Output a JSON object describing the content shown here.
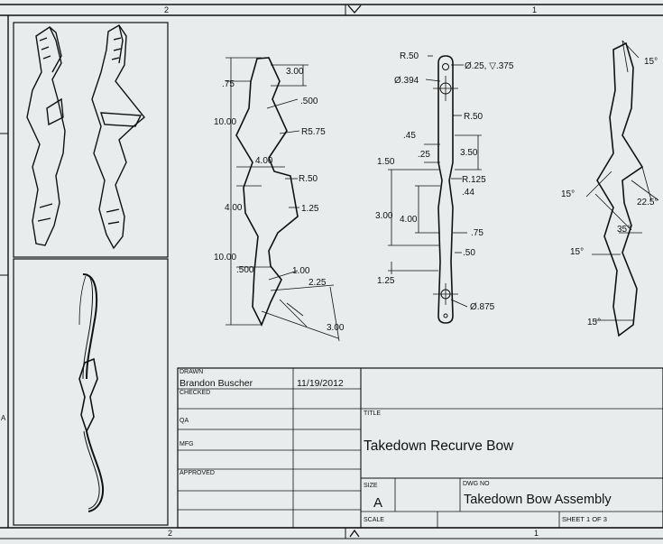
{
  "border": {
    "zones_top": [
      "2",
      "1"
    ],
    "zones_bottom": [
      "2",
      "1"
    ],
    "zones_left": [
      "A"
    ]
  },
  "view_side": {
    "dims": [
      "3.00",
      ".75",
      ".500",
      "10.00",
      "R5.75",
      "4.00",
      "R.50",
      "4.00",
      "1.25",
      "10.00",
      ".500",
      "1.00",
      "2.25",
      "3.00"
    ]
  },
  "view_front": {
    "dims": [
      "R.50",
      "Ø.25, ▽.375",
      "Ø.394",
      "R.50",
      ".45",
      ".25",
      "3.50",
      "1.50",
      "R.125",
      ".44",
      "3.00",
      "4.00",
      ".75",
      ".50",
      "1.25",
      "Ø.875"
    ]
  },
  "view_angles": {
    "dims": [
      "15°",
      "15°",
      "22.5°",
      "35°",
      "15°",
      "15°"
    ]
  },
  "title_block": {
    "drawn_label": "DRAWN",
    "drawn_name": "Brandon Buscher",
    "drawn_date": "11/19/2012",
    "checked_label": "CHECKED",
    "qa_label": "QA",
    "mfg_label": "MFG",
    "approved_label": "APPROVED",
    "title_label": "TITLE",
    "title": "Takedown Recurve Bow",
    "size_label": "SIZE",
    "size": "A",
    "dwg_label": "DWG NO",
    "dwg_no": "Takedown Bow Assembly",
    "scale_label": "SCALE",
    "sheet": "SHEET 1  OF 3"
  }
}
